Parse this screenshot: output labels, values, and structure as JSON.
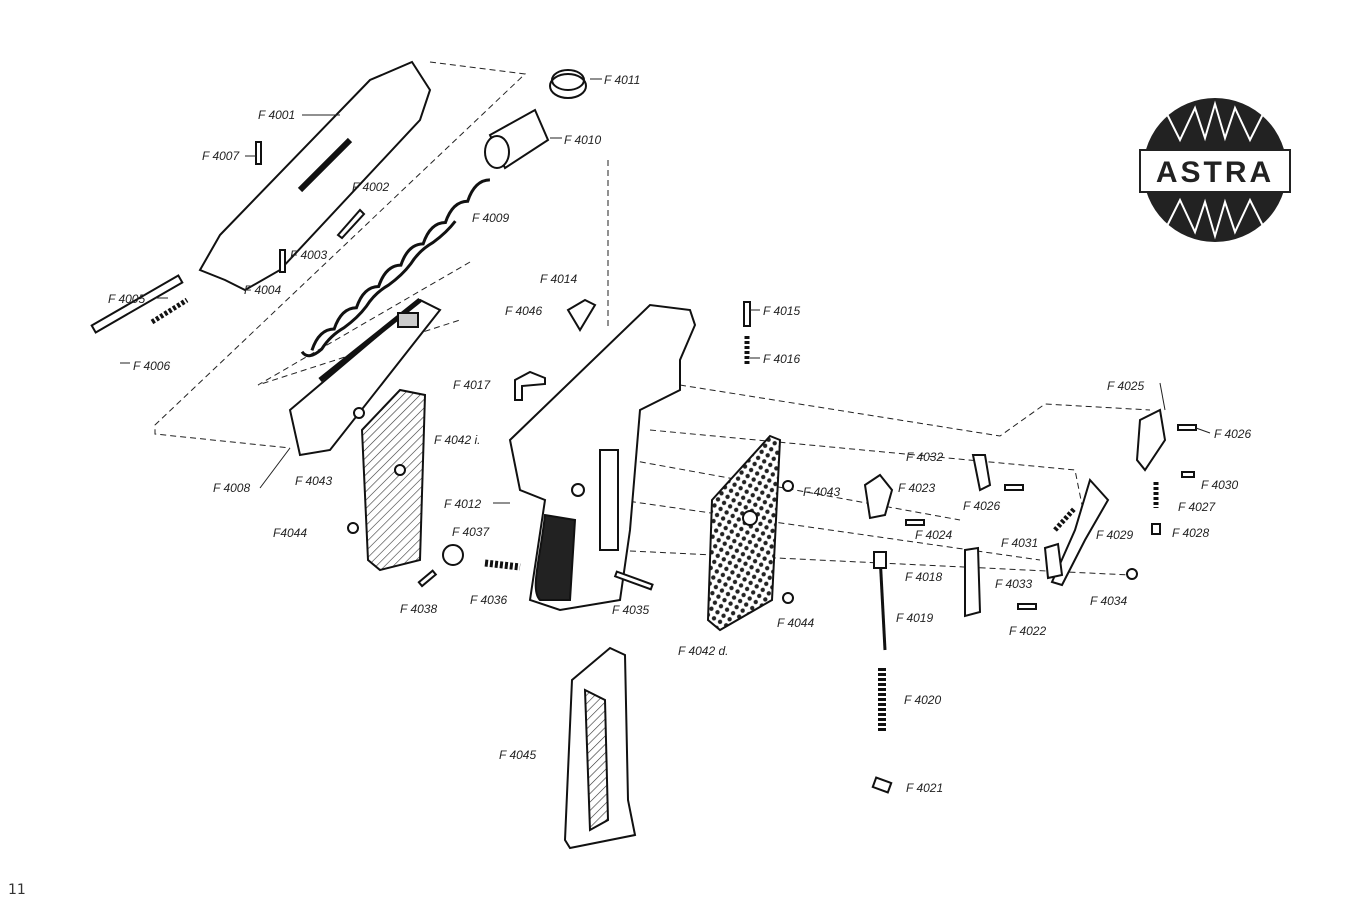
{
  "page_number": "11",
  "logo": {
    "text": "ASTRA",
    "icon": "astra-sunburst-logo"
  },
  "parts": {
    "F4001": "F 4001",
    "F4002": "F 4002",
    "F4003": "F 4003",
    "F4004": "F 4004",
    "F4005": "F 4005",
    "F4006": "F 4006",
    "F4007": "F 4007",
    "F4008": "F 4008",
    "F4009": "F 4009",
    "F4010": "F 4010",
    "F4011": "F 4011",
    "F4012": "F 4012",
    "F4014": "F 4014",
    "F4015": "F 4015",
    "F4016": "F 4016",
    "F4017": "F 4017",
    "F4018": "F 4018",
    "F4019": "F 4019",
    "F4020": "F 4020",
    "F4021": "F 4021",
    "F4022": "F 4022",
    "F4023": "F 4023",
    "F4024": "F 4024",
    "F4025": "F 4025",
    "F4026a": "F 4026",
    "F4026b": "F 4026",
    "F4027": "F 4027",
    "F4028": "F 4028",
    "F4029": "F 4029",
    "F4030": "F 4030",
    "F4031": "F 4031",
    "F4032": "F 4032",
    "F4033": "F 4033",
    "F4034": "F 4034",
    "F4035": "F 4035",
    "F4036": "F 4036",
    "F4037": "F 4037",
    "F4038": "F 4038",
    "F4042i": "F 4042 i.",
    "F4042d": "F 4042 d.",
    "F4043a": "F 4043",
    "F4043b": "F 4043",
    "F4044a": "F4044",
    "F4044b": "F 4044",
    "F4045": "F 4045",
    "F4046": "F 4046"
  }
}
